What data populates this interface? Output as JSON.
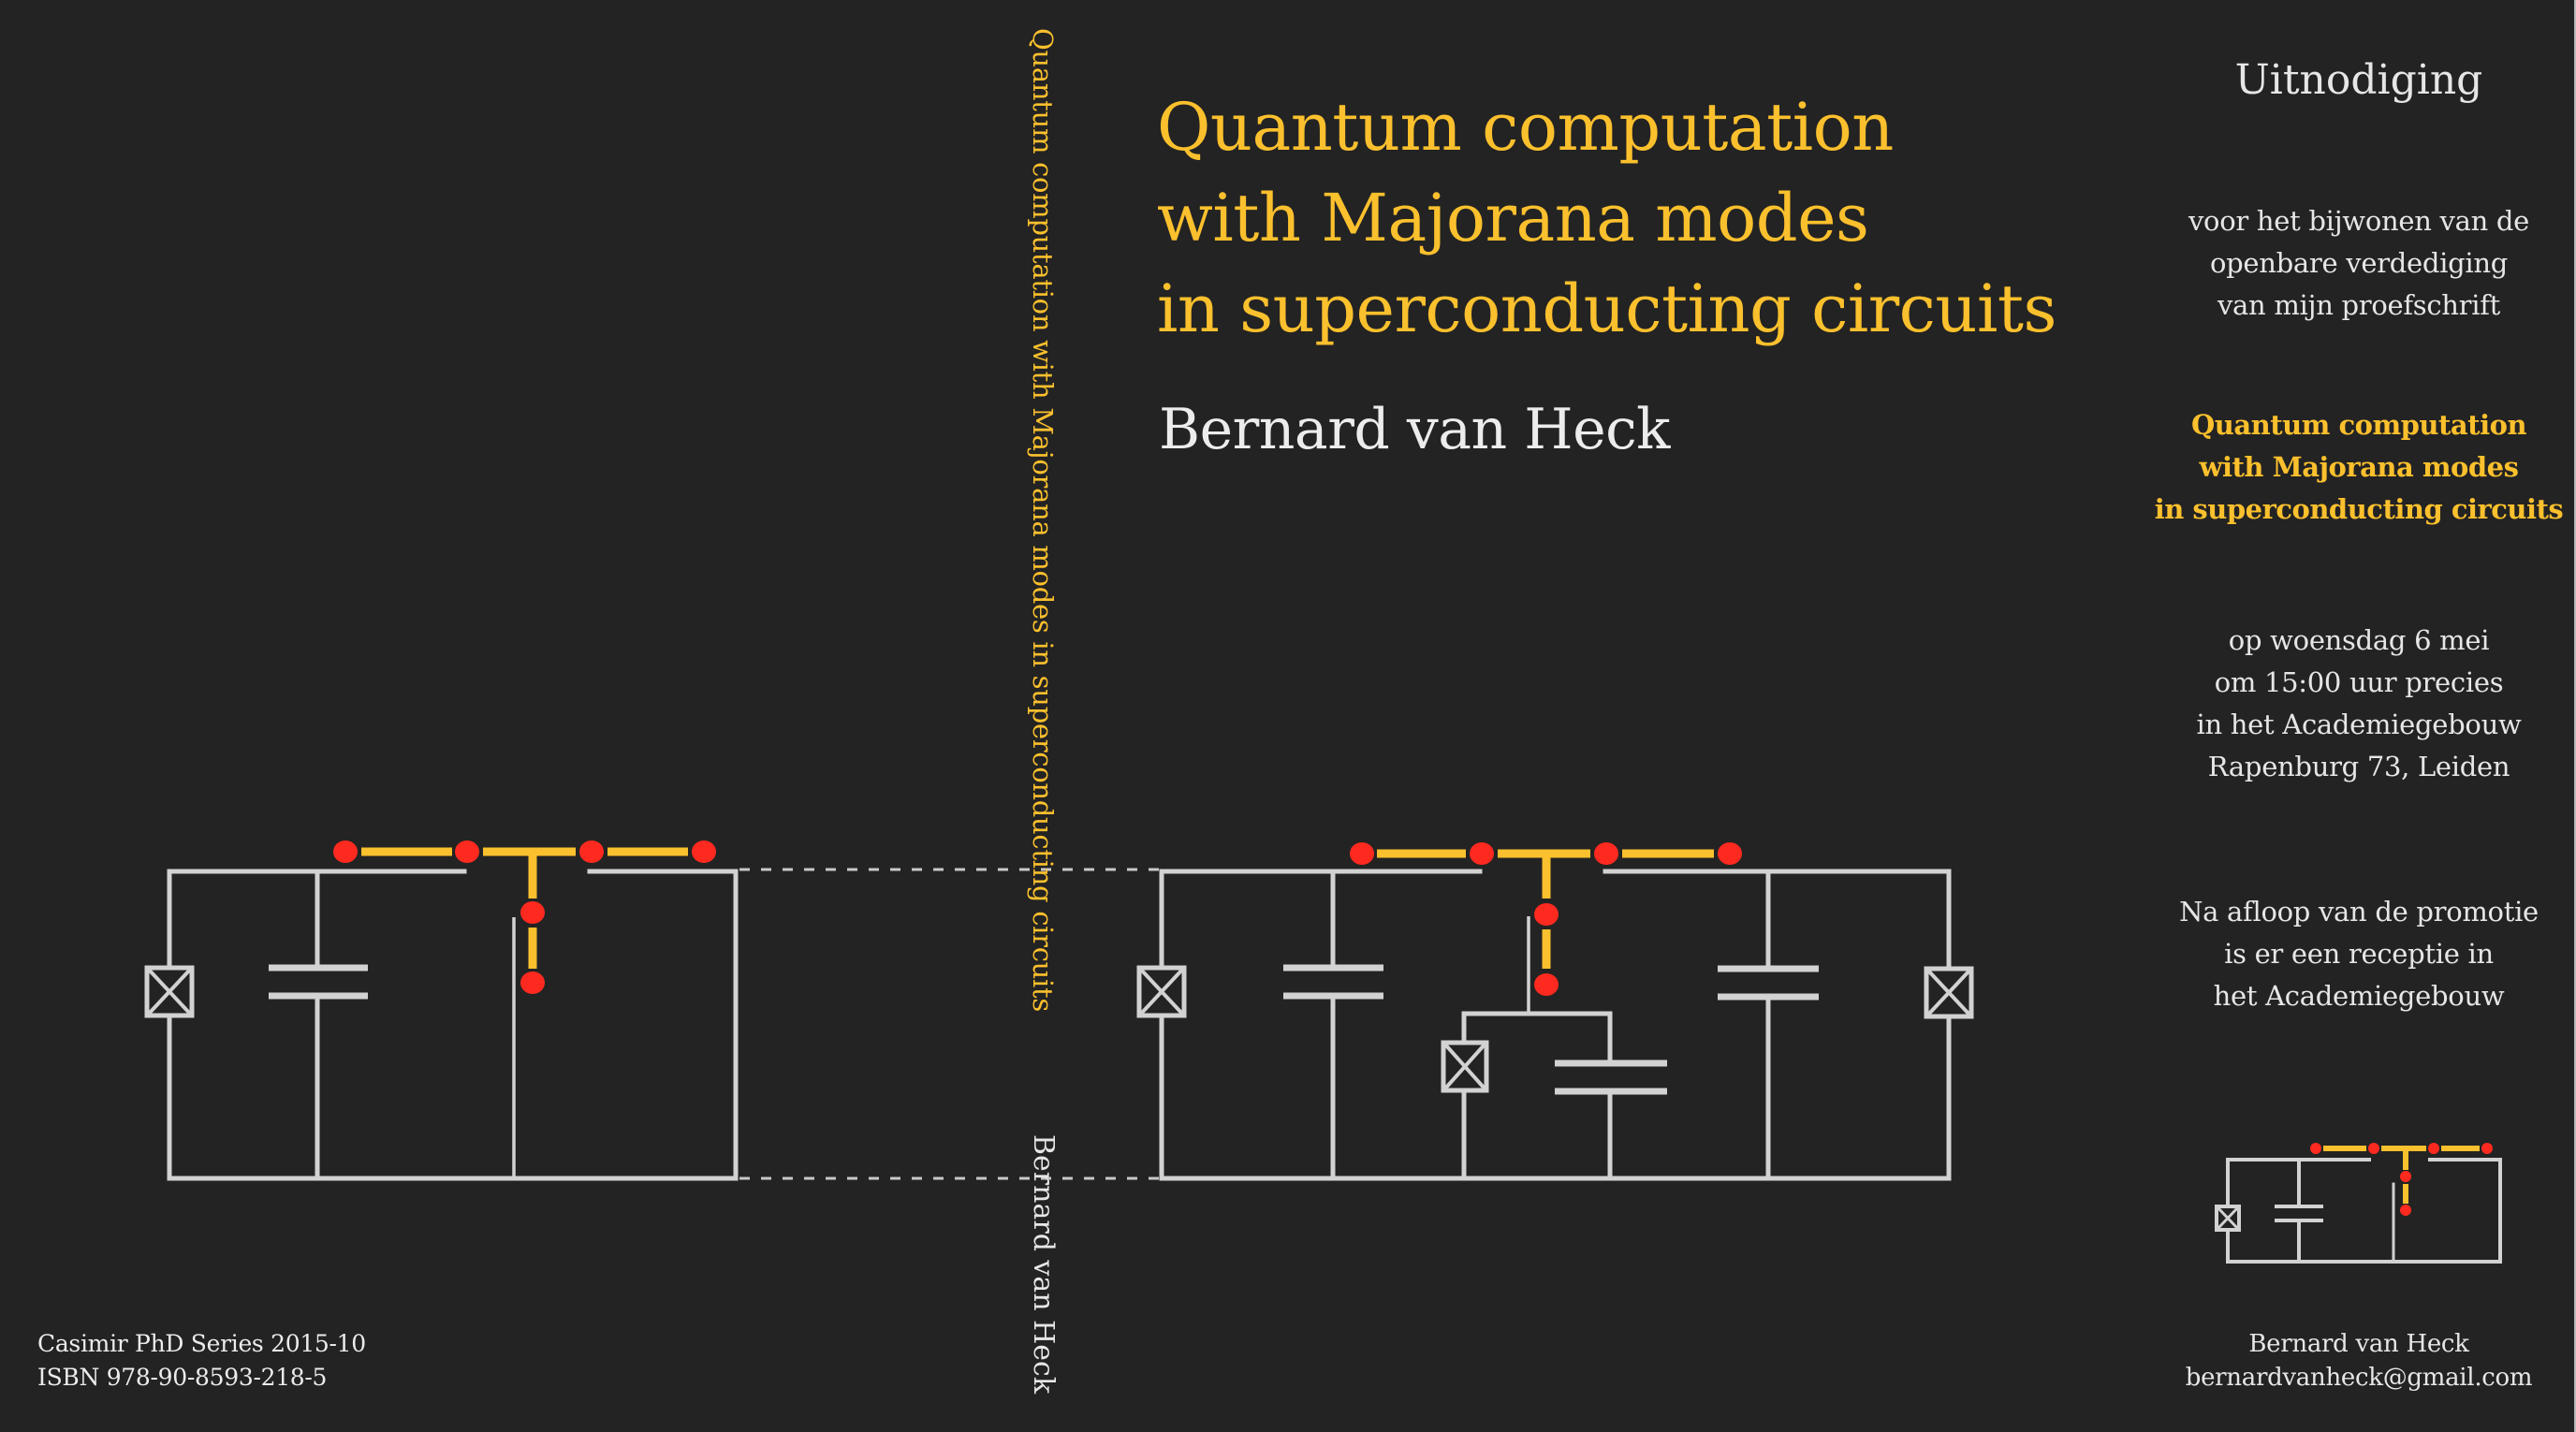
{
  "front": {
    "title_lines": [
      "Quantum computation",
      "with Majorana modes",
      "in superconducting circuits"
    ],
    "author": "Bernard van Heck"
  },
  "spine": {
    "title": "Quantum computation with Majorana modes in superconducting circuits",
    "author": "Bernard van Heck"
  },
  "back": {
    "series": "Casimir PhD Series 2015-10",
    "isbn": "ISBN 978-90-8593-218-5"
  },
  "invitation": {
    "heading": "Uitnodiging",
    "intro_lines": [
      "voor het bijwonen van de",
      "openbare verdediging",
      "van mijn proefschrift"
    ],
    "title_lines": [
      "Quantum computation",
      "with Majorana modes",
      "in superconducting circuits"
    ],
    "when_lines": [
      "op woensdag 6 mei",
      "om 15:00 uur precies",
      "in het Academiegebouw",
      "Rapenburg 73, Leiden"
    ],
    "after_lines": [
      "Na afloop van de promotie",
      "is er een receptie in",
      "het Academiegebouw"
    ],
    "contact": {
      "name": "Bernard van Heck",
      "email": "bernardvanheck@gmail.com"
    }
  },
  "colors": {
    "background": "#232323",
    "accent_yellow": "#fbc02d",
    "majorana_red": "#ff2a1f",
    "wire_grey": "#d2d2d2",
    "text_light": "#e6e6e6"
  },
  "circuits": {
    "back_cover": {
      "josephson_junctions": 1,
      "capacitors": 1,
      "majorana_modes": 6
    },
    "front_cover": {
      "josephson_junctions": 3,
      "capacitors": 3,
      "majorana_modes": 6
    },
    "invitation": {
      "josephson_junctions": 1,
      "capacitors": 1,
      "majorana_modes": 6
    }
  }
}
